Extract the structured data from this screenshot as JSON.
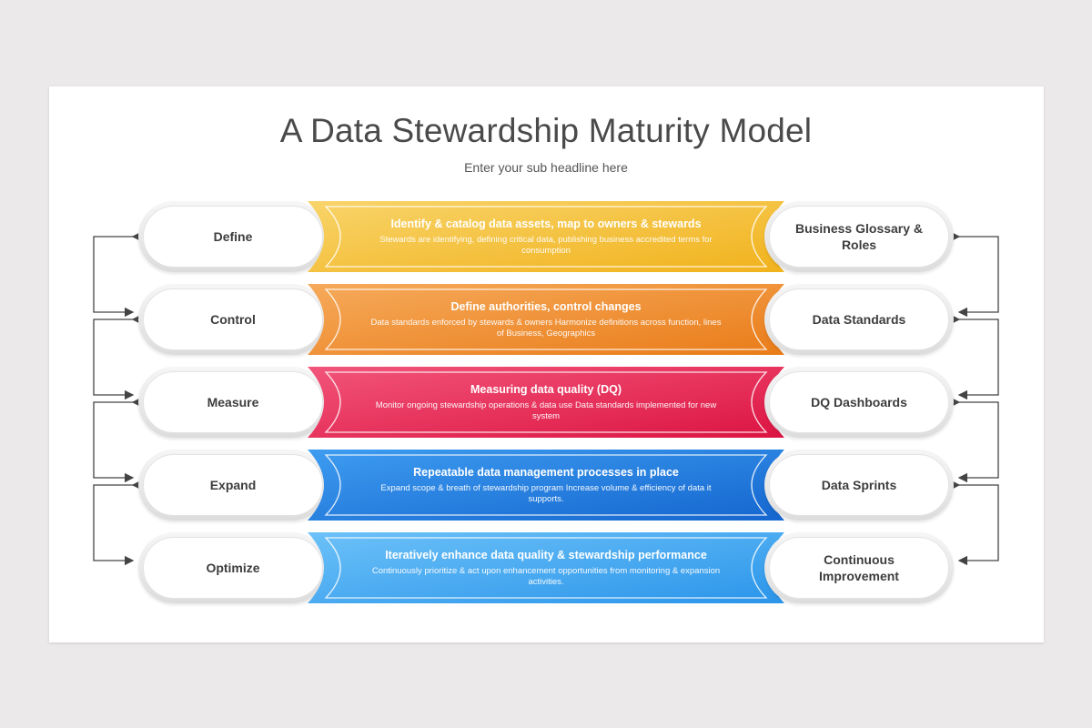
{
  "title": "A Data Stewardship Maturity Model",
  "subtitle": "Enter your sub headline here",
  "stages": [
    {
      "left": "Define",
      "heading": "Identify & catalog data assets, map to owners & stewards",
      "desc": "Stewards are identifying, defining critical data, publishing business accredited terms for consumption",
      "right": "Business Glossary & Roles",
      "colors": [
        "#f8d46a",
        "#f1b21c"
      ]
    },
    {
      "left": "Control",
      "heading": "Define authorities, control changes",
      "desc": "Data standards enforced by stewards & owners Harmonize definitions across function, lines of Business, Geographics",
      "right": "Data Standards",
      "colors": [
        "#f6aa5b",
        "#e97c19"
      ]
    },
    {
      "left": "Measure",
      "heading": "Measuring data quality (DQ)",
      "desc": "Monitor ongoing stewardship operations & data use Data standards implemented for new system",
      "right": "DQ Dashboards",
      "colors": [
        "#f2557a",
        "#dc1442"
      ]
    },
    {
      "left": "Expand",
      "heading": "Repeatable data management processes in place",
      "desc": "Expand scope & breath of stewardship program Increase volume & efficiency of data it supports.",
      "right": "Data Sprints",
      "colors": [
        "#3d9cf0",
        "#1566cf"
      ]
    },
    {
      "left": "Optimize",
      "heading": "Iteratively enhance data quality & stewardship performance",
      "desc": "Continuously prioritize & act upon enhancement opportunities from monitoring & expansion activities.",
      "right": "Continuous Improvement",
      "colors": [
        "#6cc1f8",
        "#2b95ea"
      ]
    }
  ]
}
